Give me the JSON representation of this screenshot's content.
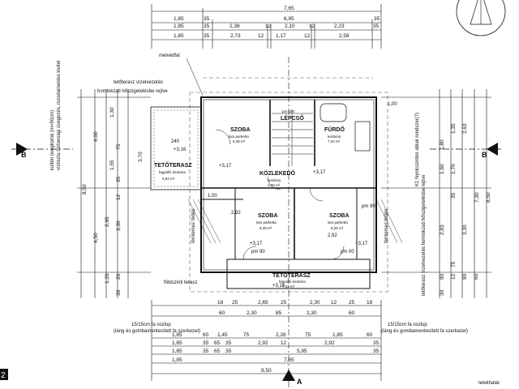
{
  "dims_top": {
    "row1": [
      "7,65"
    ],
    "row2": [
      "1,85",
      "35",
      "6,95",
      "35"
    ],
    "row3": [
      "1,85",
      "35",
      "2,38",
      "12",
      "2,10",
      "12",
      "2,23",
      "35"
    ],
    "row4": [
      "1,85",
      "35",
      "2,73",
      "12",
      "1,17",
      "12",
      "2,58"
    ]
  },
  "dims_bottom": {
    "row1": [
      "18",
      "25",
      "2,65",
      "25",
      "2,30",
      "12",
      "25",
      "18"
    ],
    "row2": [
      "60",
      "2,30",
      "85",
      "2,30",
      "60"
    ],
    "row3": [
      "1,85",
      "60",
      "1,45",
      "75",
      "2,26",
      "75",
      "1,85",
      "60"
    ],
    "row4": [
      "1,85",
      "35",
      "65",
      "35",
      "2,92",
      "12",
      "2,92",
      "35"
    ],
    "row5": [
      "1,85",
      "35",
      "65",
      "35",
      "5,95",
      "35"
    ],
    "row6": [
      "1,85",
      "7,65"
    ],
    "row7": [
      "9,50"
    ]
  },
  "left_vertical": [
    "kültéri üvegkorlát (m=90cm)",
    "víztiszta biztonsági üvegezés, rozsdamentes kivitel"
  ],
  "left_dims": [
    "8,50",
    "4,00",
    "4,50",
    "3,70",
    "1,55",
    "1,30",
    "2,95",
    "3,30",
    "35",
    "75",
    "12",
    "1,20",
    "20",
    "30"
  ],
  "right_dims": [
    "7,30",
    "8,50",
    "1,80",
    "2,63",
    "1,35",
    "1,60",
    "1,70",
    "2,83",
    "3,30",
    "35",
    "75",
    "12",
    "90",
    "90",
    "60",
    "30"
  ],
  "right_vertical": [
    "K1 Nyolcszintes ablak rendszer(?)",
    "tetőterasz vízelvezetés homlokzati hőszigetelésbe rejtve"
  ],
  "section_marks": {
    "left": "B",
    "right": "B",
    "bottom": "A"
  },
  "top_notes": [
    "melvédfal",
    "tetőterasz vízelvezetés",
    "homlokzati hőszigetelésbe rejtve"
  ],
  "rooms": [
    {
      "name": "SZOBA",
      "floor": "lam.parketta",
      "area": "8,39 m²"
    },
    {
      "name": "LÉPCSŐ",
      "floor": "pm 180",
      "area": ""
    },
    {
      "name": "FÜRDŐ",
      "floor": "kerámia",
      "area": "7,04 m²"
    },
    {
      "name": "TETŐTERASZ",
      "floor": "fagyálló kerámia",
      "area": "6,84 m²"
    },
    {
      "name": "KÖZLEKEDŐ",
      "floor": "kerámia",
      "area": "2,66 m²"
    },
    {
      "name": "SZOBA",
      "floor": "lam.parketta",
      "area": "8,25 m²"
    },
    {
      "name": "SZOBA",
      "floor": "lam.parketta",
      "area": "8,25 m²"
    },
    {
      "name": "TETŐTERASZ",
      "floor": "fagyálló kerámia",
      "area": "7,32 m²"
    }
  ],
  "levels": [
    "+3,16",
    "+3,17",
    "+3,17",
    "+3,17",
    "+3,17",
    "+3,16"
  ],
  "misc": [
    "240",
    "2,92",
    "2,92",
    "1,00",
    "1,00",
    "pm 90",
    "pm 90",
    "fémlemez fedés",
    "fémlemez fedés",
    "földszinti terasz",
    "pm 00"
  ],
  "bottom_notes": [
    "15/15cm fa oszlop",
    "(láng és gombamentesített fa szerkezet)"
  ],
  "corner_note": "telekhatár",
  "page_marker": "2"
}
